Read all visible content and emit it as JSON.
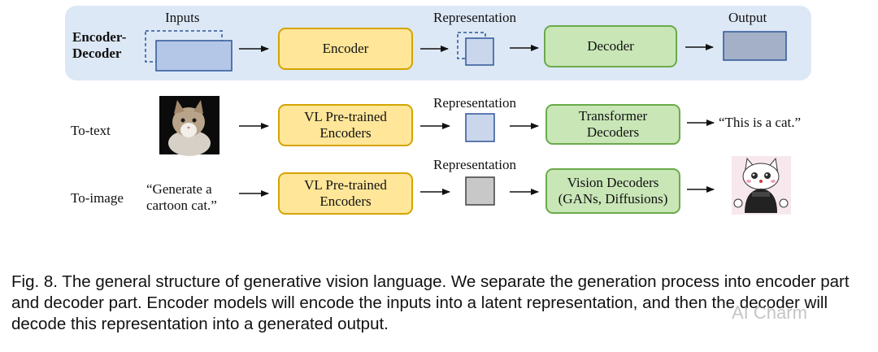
{
  "rows": {
    "enc_dec_label": "Encoder-Decoder",
    "to_text_label": "To-text",
    "to_image_label": "To-image"
  },
  "headers": {
    "inputs": "Inputs",
    "representation": "Representation",
    "output": "Output"
  },
  "boxes": {
    "encoder": "Encoder",
    "decoder": "Decoder",
    "vl_encoders_1": "VL Pre-trained Encoders",
    "vl_encoders_2": "VL Pre-trained Encoders",
    "transformer_decoders": "Transformer Decoders",
    "vision_decoders": "Vision Decoders (GANs, Diffusions)"
  },
  "texts": {
    "text_output": "“This is a cat.”",
    "prompt_input": "“Generate a cartoon cat.”"
  },
  "caption": {
    "prefix": "Fig. 8.",
    "body": "The general structure of generative vision language. We separate the generation process into encoder part and decoder part. Encoder models will encode the inputs into a latent representation, and then the decoder will decode this representation into a generated output."
  },
  "watermark": "AI Charm",
  "colors": {
    "panel_bg": "#dde8f6",
    "encoder_fill": "#ffe699",
    "encoder_border": "#d4a400",
    "decoder_fill": "#c9e6b7",
    "decoder_border": "#6aaa4a",
    "input_fill": "#b4c7e7",
    "rep_fill": "#c9d6ec",
    "rep_gray_fill": "#c8c8c8",
    "output_fill": "#a3b0c7"
  }
}
